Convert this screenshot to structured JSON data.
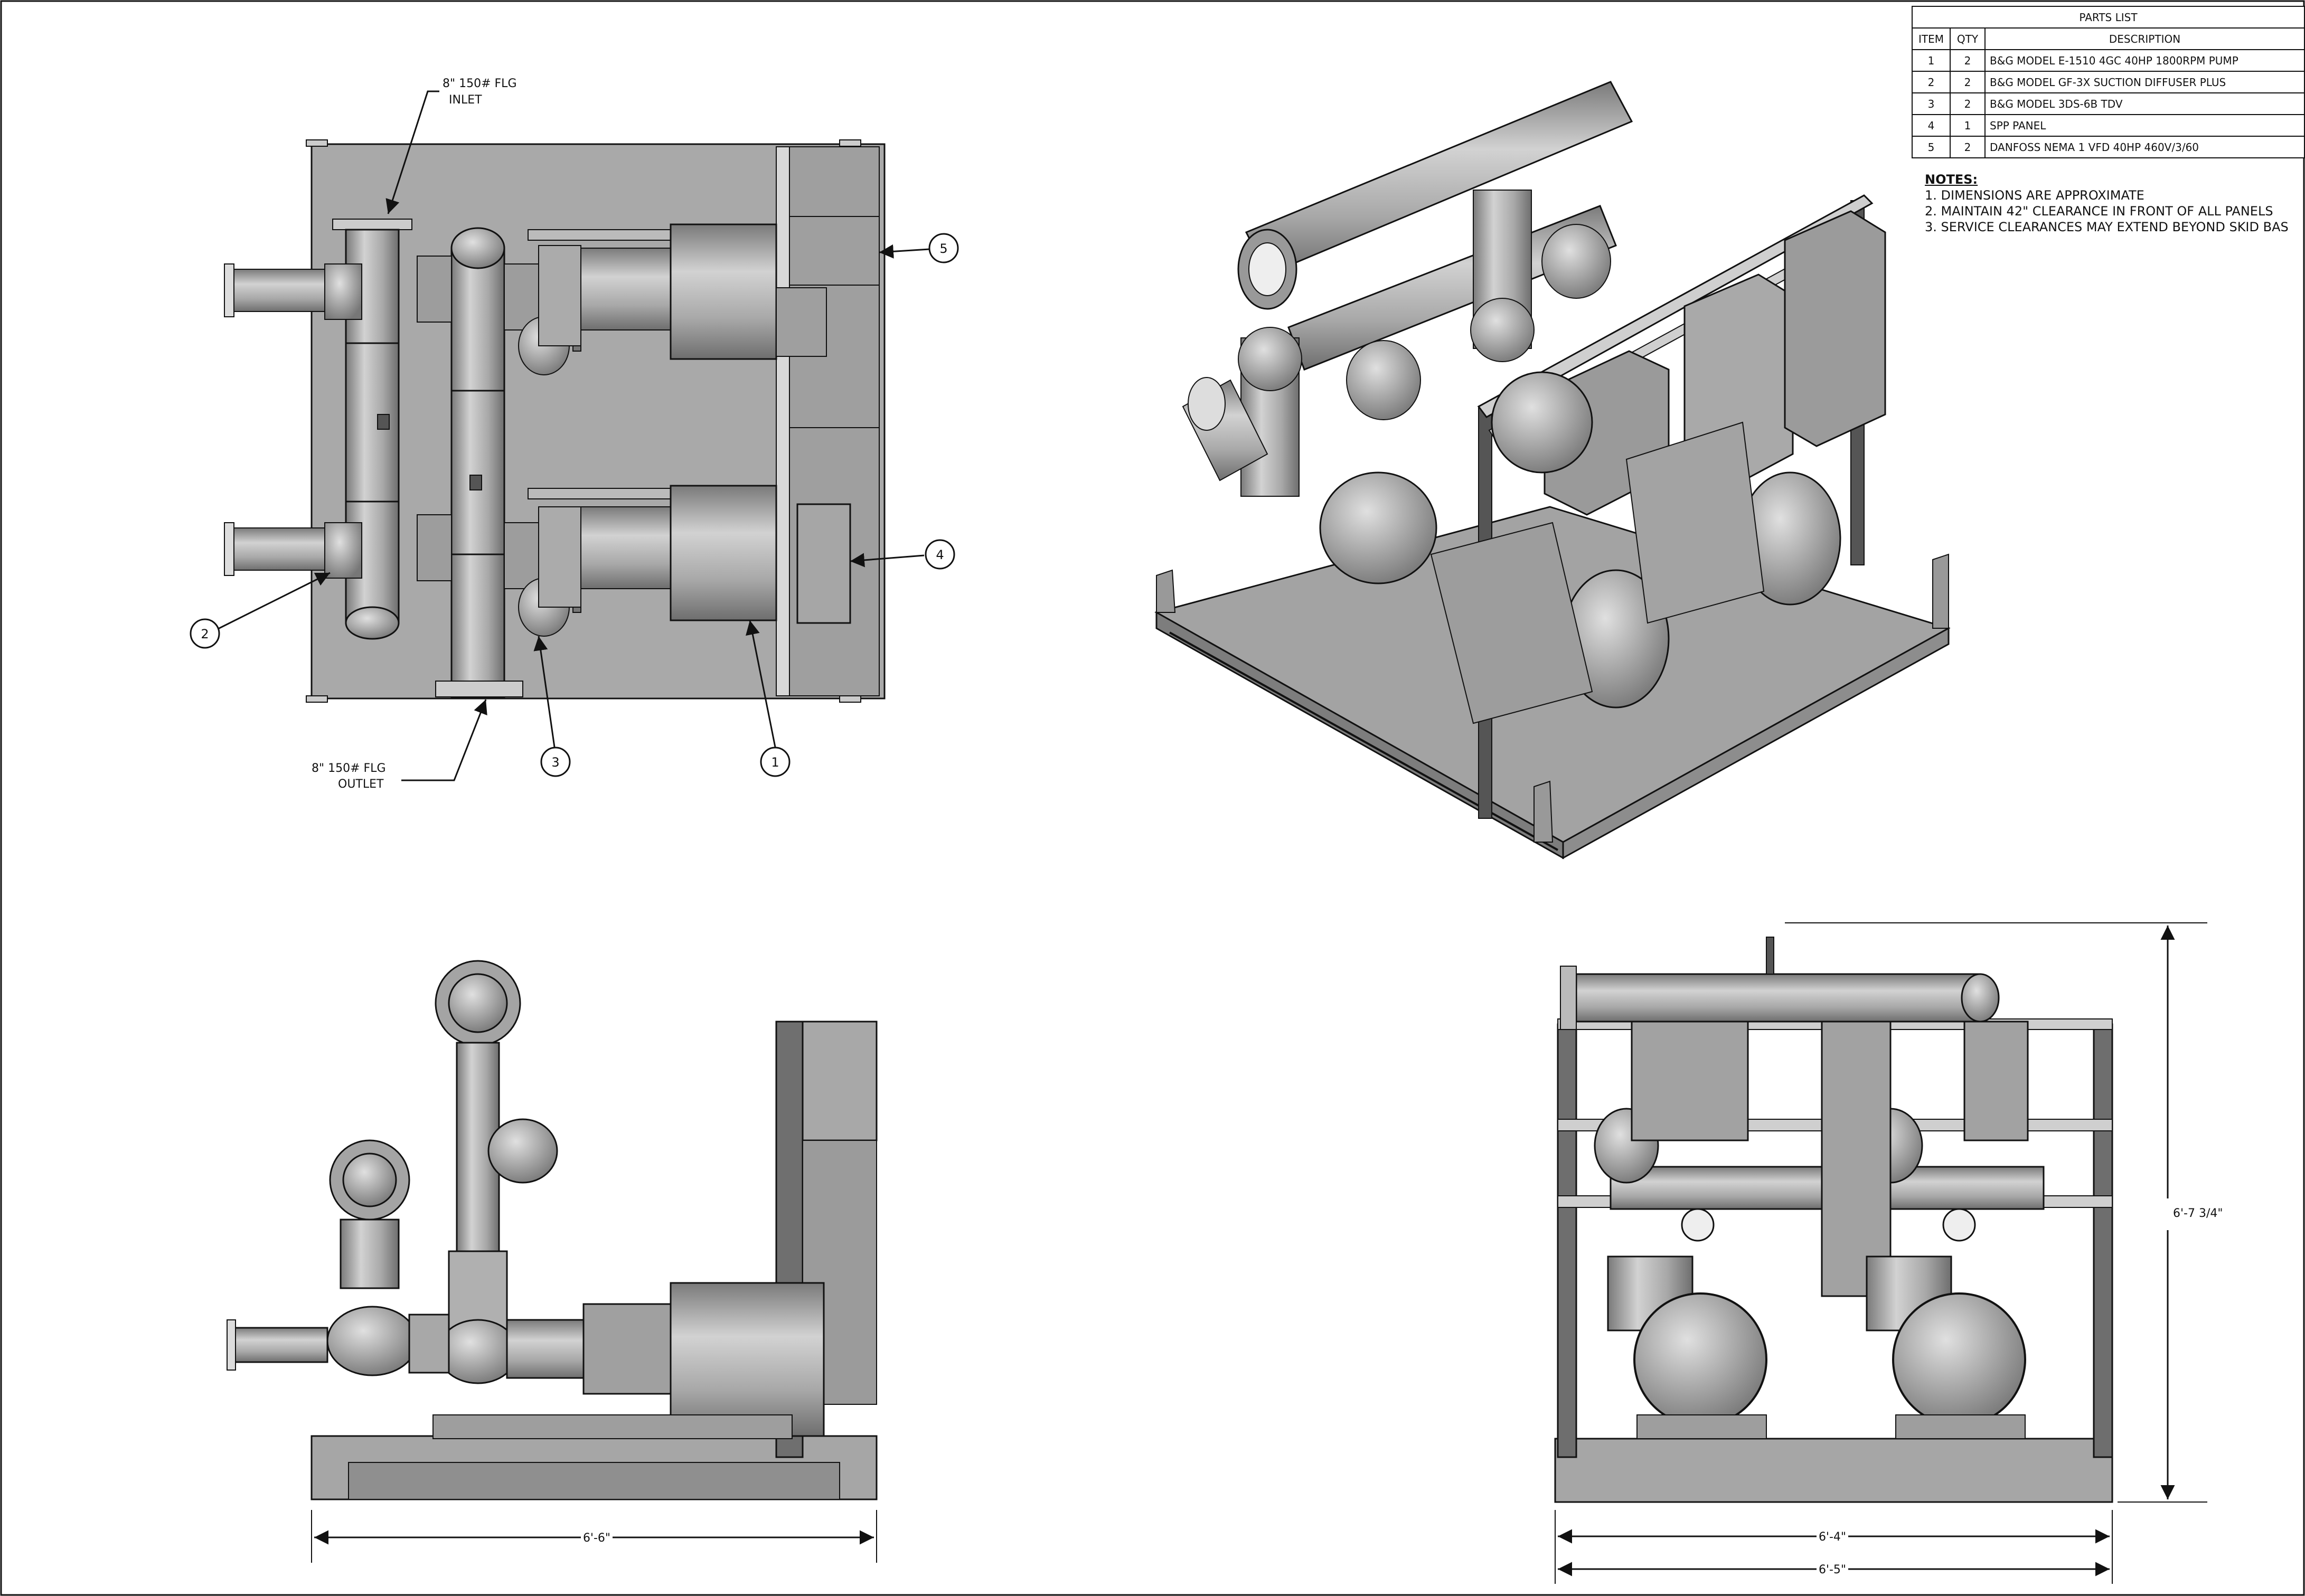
{
  "parts_list": {
    "title": "PARTS LIST",
    "headers": {
      "item": "ITEM",
      "qty": "QTY",
      "description": "DESCRIPTION"
    },
    "rows": [
      {
        "item": "1",
        "qty": "2",
        "description": "B&G MODEL E-1510 4GC 40HP 1800RPM PUMP"
      },
      {
        "item": "2",
        "qty": "2",
        "description": "B&G MODEL GF-3X SUCTION DIFFUSER PLUS"
      },
      {
        "item": "3",
        "qty": "2",
        "description": "B&G MODEL 3DS-6B TDV"
      },
      {
        "item": "4",
        "qty": "1",
        "description": "SPP PANEL"
      },
      {
        "item": "5",
        "qty": "2",
        "description": "DANFOSS NEMA 1 VFD 40HP 460V/3/60"
      }
    ]
  },
  "notes": {
    "heading": "NOTES:",
    "items": [
      "1. DIMENSIONS ARE APPROXIMATE",
      "2. MAINTAIN 42\" CLEARANCE IN FRONT OF ALL PANELS",
      "3. SERVICE CLEARANCES MAY EXTEND BEYOND SKID BAS"
    ]
  },
  "plan_view": {
    "inlet_label": [
      "8\" 150# FLG",
      "INLET"
    ],
    "outlet_label": [
      "8\" 150# FLG",
      "OUTLET"
    ],
    "balloons": [
      "1",
      "2",
      "3",
      "4",
      "5"
    ]
  },
  "side_view": {
    "width_dim": "6'-6\""
  },
  "front_view": {
    "height_dim": "6'-7 3/4\"",
    "width_dim_inner": "6'-4\"",
    "width_dim_outer": "6'-5\""
  },
  "colors": {
    "line": "#111111",
    "steel_light": "#b8b8b8",
    "steel_mid": "#9c9c9c",
    "steel_dark": "#6f6f6f",
    "paper": "#ffffff"
  }
}
